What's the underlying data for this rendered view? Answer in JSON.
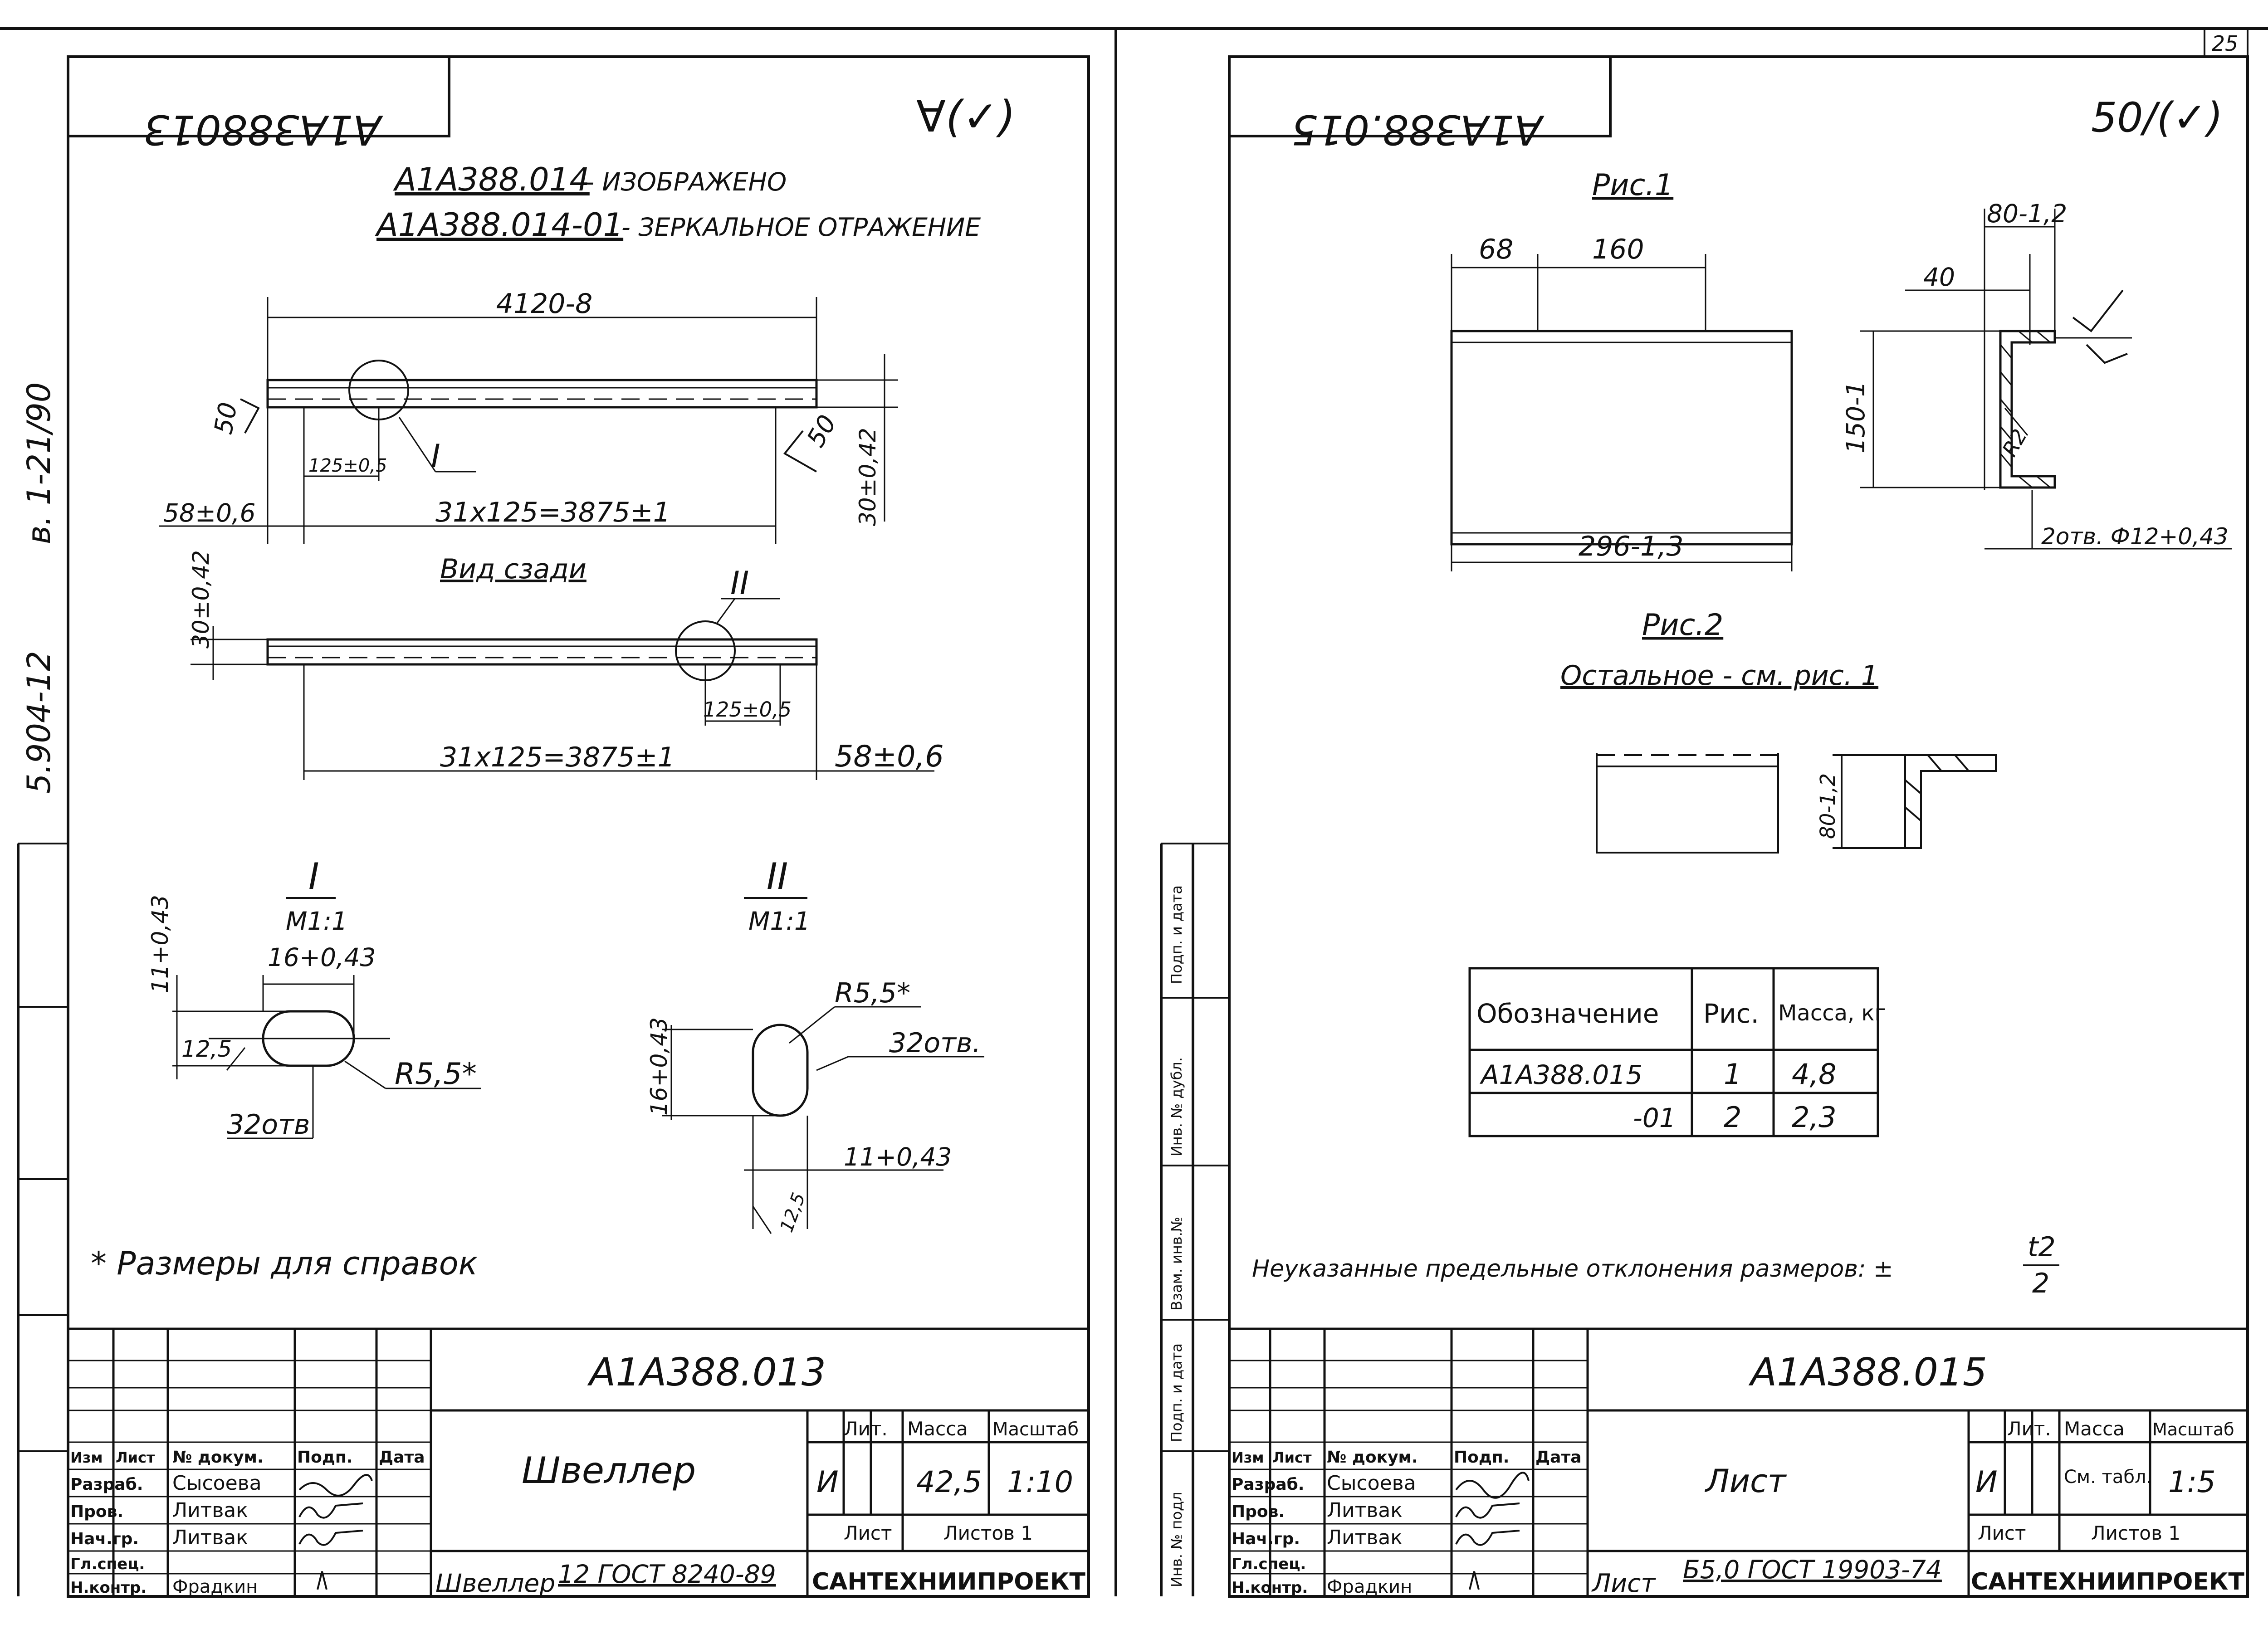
{
  "sheet_number": "25",
  "side_labels": [
    "в. 1-21/90",
    "5.904-12"
  ],
  "margin_labels": [
    "Подп. и дата",
    "Инв. № дубл.",
    "Взам. инв.№",
    "Подп. и дата",
    "Инв. № подл"
  ],
  "left": {
    "mirrored_code": "A1A388013",
    "roughness": "∀(✓)",
    "title_line1_code": "A1A388.014",
    "title_line1_text": "- ИЗОБРАЖЕНО",
    "title_line2_code": "A1A388.014-01",
    "title_line2_text": "- ЗЕРКАЛЬНОЕ ОТРАЖЕНИЕ",
    "dims": {
      "length": "4120-8",
      "rough50": "50",
      "pitch": "125±0,5",
      "mark1": "I",
      "end": "58±0,6",
      "chain": "31x125=3875±1",
      "rough50b": "50",
      "height": "30±0,42",
      "rear_view": "Вид сзади",
      "height2": "30±0,42",
      "mark2": "II",
      "pitch2": "125±0,5",
      "chain2": "31x125=3875±1",
      "end2": "58±0,6"
    },
    "detail1": {
      "mark": "I",
      "scale": "М1:1",
      "d1": "11+0,43",
      "d2": "16+0,43",
      "d3": "12,5",
      "r": "R5,5*",
      "holes": "32отв"
    },
    "detail2": {
      "mark": "II",
      "scale": "М1:1",
      "r": "R5,5*",
      "holes": "32отв.",
      "d1": "16+0,43",
      "d2": "11+0,43",
      "d3": "12,5"
    },
    "note": "* Размеры для справок",
    "title_block": {
      "designation": "A1A388.013",
      "name": "Швеллер",
      "material_prefix": "Швеллер",
      "material": "12 ГОСТ 8240-89",
      "lit_h": "Лит.",
      "mass_h": "Масса",
      "scale_h": "Масштаб",
      "lit": "И",
      "mass": "42,5",
      "scale": "1:10",
      "sheet_h": "Лист",
      "sheets_h": "Листов 1",
      "org": "САНТЕХНИИПРОЕКТ",
      "cols": [
        "Изм",
        "Лист",
        "№ докум.",
        "Подп.",
        "Дата"
      ],
      "rows": [
        [
          "Разраб.",
          "Сысоева"
        ],
        [
          "Пров.",
          "Литвак"
        ],
        [
          "Нач.гр.",
          "Литвак"
        ],
        [
          "Гл.спец.",
          ""
        ],
        [
          "Н.контр.",
          "Фрадкин"
        ]
      ]
    }
  },
  "right": {
    "mirrored_code": "A1A388.015",
    "roughness": "50/(✓)",
    "fig1": "Рис.1",
    "fig2": "Рис.2",
    "fig2_note": "Остальное - см. рис. 1",
    "dims": {
      "a68": "68",
      "a160": "160",
      "len": "296-1,3",
      "h": "150-1",
      "w80": "80-1,2",
      "w40": "40",
      "r2": "R2",
      "holes": "2отв. Ф12+0,43",
      "w80b": "80-1,2"
    },
    "table": {
      "headers": [
        "Обозначение",
        "Рис.",
        "Масса, кг"
      ],
      "rows": [
        [
          "A1A388.015",
          "1",
          "4,8"
        ],
        [
          "-01",
          "2",
          "2,3"
        ]
      ]
    },
    "note": "Неуказанные предельные отклонения размеров: ±",
    "note_frac_num": "t2",
    "note_frac_den": "2",
    "title_block": {
      "designation": "A1A388.015",
      "name": "Лист",
      "material_prefix": "Лист",
      "material": "Б5,0 ГОСТ 19903-74",
      "lit_h": "Лит.",
      "mass_h": "Масса",
      "scale_h": "Масштаб",
      "lit": "И",
      "mass": "См. табл.",
      "scale": "1:5",
      "sheet_h": "Лист",
      "sheets_h": "Листов 1",
      "org": "САНТЕХНИИПРОЕКТ",
      "cols": [
        "Изм",
        "Лист",
        "№ докум.",
        "Подп.",
        "Дата"
      ],
      "rows": [
        [
          "Разраб.",
          "Сысоева"
        ],
        [
          "Пров.",
          "Литвак"
        ],
        [
          "Нач.гр.",
          "Литвак"
        ],
        [
          "Гл.спец.",
          ""
        ],
        [
          "Н.контр.",
          "Фрадкин"
        ]
      ]
    }
  }
}
